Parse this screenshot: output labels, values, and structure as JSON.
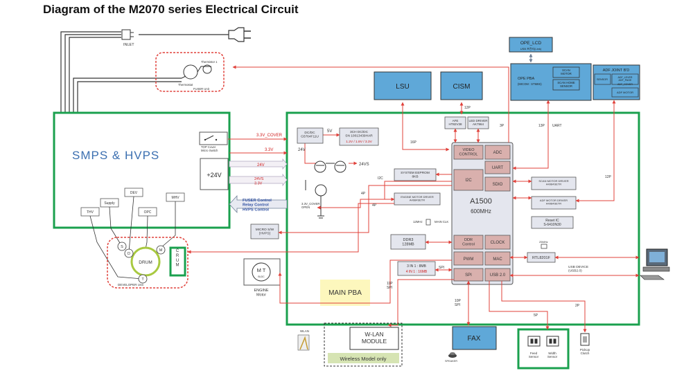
{
  "title": "Diagram of the M2070 series Electrical Circuit",
  "colors": {
    "main_border": "#1aa04e",
    "signal_red": "#e0403a",
    "block_blue": "#5fa8d8",
    "chip_pink": "#d9b0ad",
    "chip_bg": "#e4e6ee",
    "box_border": "#555555",
    "wlan_note_bg": "#d6e4b3",
    "main_pba_bg": "#fdf7bd",
    "control_text": "#2b4ca0",
    "power_text": "#d02020"
  },
  "inlet": {
    "label": "INLET"
  },
  "fuser": {
    "thermistor": "Thermistor 1",
    "thermostat": "Thermostat",
    "unit": "FUSER Unit"
  },
  "smps": {
    "label": "SMPS & HVPS",
    "v24": "+24V",
    "top_cover": "TOP Cover\nMicro Switch"
  },
  "hv_outputs": {
    "thv": "THV",
    "supply": "Supply",
    "dev": "DEV",
    "opc": "OPC",
    "mhv": "MHV"
  },
  "developer": {
    "drum": "DRUM",
    "crum": "C\nR\nU\nM",
    "s": "S",
    "d": "D",
    "m": "M",
    "t": "T",
    "unit": "DEVELOPER Unit"
  },
  "power_labels": {
    "cover": "3.3V_COVER",
    "v33": "3.3V",
    "v24": "24V",
    "v24s": "24VS\n3.3V",
    "v5": "5V",
    "v24b": "24V",
    "v24vs": "24VS"
  },
  "control_label": "FUSER Control\nRelay Control\nHVPS Control",
  "dcdc1": "DC/DC\nG5764F11U",
  "dcdc2": {
    "title": "3CH DC/DC\nSN 10013439HAR",
    "out": "1.2V / 1.8V / 3.3V"
  },
  "cover_open": "3.3V_COVER\nOPEN",
  "micro_sw": "MICRO S/W\n[HVPS]",
  "engine_motor": {
    "symbol": "M T",
    "sub": "BLDC",
    "label": "ENGINE\nMotor"
  },
  "lsu": "LSU",
  "cism": "CISM",
  "afe": "AFE\nHT82V38",
  "led_driver": "LED DRIVER\nAK7964",
  "ope_lcd": {
    "title": "OPE_LCD",
    "sub": "USB 프린터(Link)"
  },
  "ope_pba": {
    "title": "OPE PBA",
    "sub": "(MICOM : STM8S)",
    "scan_motor": "SCAN\nMOTOR",
    "scan_home": "SCAN HOME\nSENSOR"
  },
  "adf_joint": {
    "title": "ADF JOINT B'D",
    "sensor": "SENSOR",
    "adf1": "ADF_LEVER\nADF_PAGE",
    "adf2": "ADF_COVER",
    "motor": "ADF MOTOR"
  },
  "cpu": {
    "name": "A1500",
    "speed": "600MHz",
    "video": "VIDEO\nCONTROL",
    "adc": "ADC",
    "uart": "UART",
    "i2c": "I2C",
    "sdio": "SDIO",
    "ddr": "DDR\nControl",
    "clock": "CLOCK",
    "pwm": "PWM",
    "mac": "MAC",
    "spi": "SPI",
    "usb": "USB 2.0"
  },
  "eeprom": "SYSTEM EEPROM\n8KB",
  "eng_motor_driver": "ENGINE MOTOR DRIVER\nA4984SETR",
  "ddr3": "DDR3\n128MB",
  "flash": {
    "l1": "3 IN 1 : 8MB",
    "l2": "4 IN 1 : 16MB"
  },
  "crystal": "12MHz",
  "main_clk": "MAIN CLK",
  "scan_motor_driver": "SCAN MOTOR DRIVER\nA4984SETR",
  "adf_motor_driver": "ADF MOTOR DRIVER\nA4984SETR",
  "reset_ic": "Reset IC\nS-6410N30",
  "osc25": "25MHz",
  "rtl": "RTL8201F",
  "usb_device": "USB DEVICE\n(USB2.0)",
  "main_pba": "MAIN PBA",
  "wlan": {
    "label": "W-LAN\nMODULE",
    "note": "Wireless Model only",
    "ant": "WLAN"
  },
  "fax": {
    "label": "FAX",
    "speaker": "SPEAKER"
  },
  "sensors": {
    "feed": "Feed\nSensor",
    "width": "Width\nSensor"
  },
  "pickup": "PickUp\nClutch",
  "signals": {
    "p12": "12P",
    "p16": "16P",
    "p3": "3P",
    "p13": "13P",
    "uart": "UART",
    "p12b": "12P",
    "i2c": "I2C",
    "p4a": "4P",
    "p4b": "4P",
    "spi": "SPI",
    "p11": "11P\nSPI",
    "p10": "10P\nSPI",
    "p5": "5P",
    "p2": "2P"
  }
}
